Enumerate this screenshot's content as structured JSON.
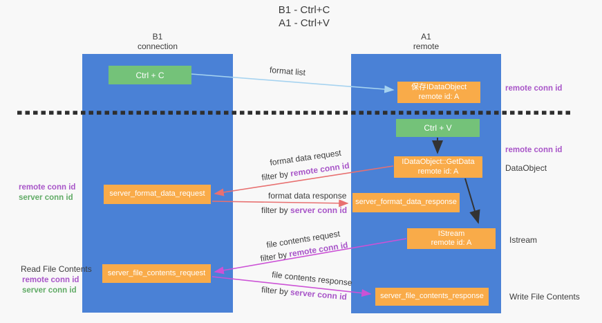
{
  "title": {
    "line1": "B1 - Ctrl+C",
    "line2": "A1 - Ctrl+V"
  },
  "lanes": {
    "left": {
      "title": "B1",
      "subtitle": "connection"
    },
    "right": {
      "title": "A1",
      "subtitle": "remote"
    }
  },
  "nodes": {
    "ctrl_c": {
      "label": "Ctrl + C"
    },
    "save_dataobject": {
      "line1": "保存IDataObject",
      "line2": "remote id: A"
    },
    "ctrl_v": {
      "label": "Ctrl + V"
    },
    "getdata": {
      "line1": "IDataObject::GetData",
      "line2": "remote id: A"
    },
    "format_request": {
      "label": "server_format_data_request"
    },
    "format_response": {
      "label": "server_format_data_response"
    },
    "istream": {
      "line1": "IStream",
      "line2": "remote id: A"
    },
    "file_request": {
      "label": "server_file_contents_request"
    },
    "file_response": {
      "label": "server_file_contents_response"
    }
  },
  "arrow_labels": {
    "format_list": "format list",
    "format_request": "format data request",
    "format_response": "format data response",
    "file_request": "file contents request",
    "file_response": "file contents response",
    "filter_by": "filter by",
    "remote_conn_id": "remote conn id",
    "server_conn_id": "server conn id"
  },
  "side_labels": {
    "right_top_remote_conn": "remote conn id",
    "right_mid_remote_conn": "remote conn id",
    "right_dataobject": "DataObject",
    "right_istream": "Istream",
    "right_write_file": "Write File Contents",
    "left_remote_conn_1": "remote conn id",
    "left_server_conn_1": "server conn id",
    "left_read_file": "Read File Contents",
    "left_remote_conn_2": "remote conn id",
    "left_server_conn_2": "server conn id"
  },
  "colors": {
    "lane_blue": "#4a81d6",
    "node_orange": "#f9ab49",
    "node_green": "#74c279",
    "arrow_light_blue": "#a6d3f0",
    "arrow_red": "#e87070",
    "arrow_magenta": "#cc52d6",
    "arrow_black": "#333333",
    "text_purple": "#a855c8",
    "text_green": "#61ab66",
    "text_dark": "#3b3b3b"
  }
}
